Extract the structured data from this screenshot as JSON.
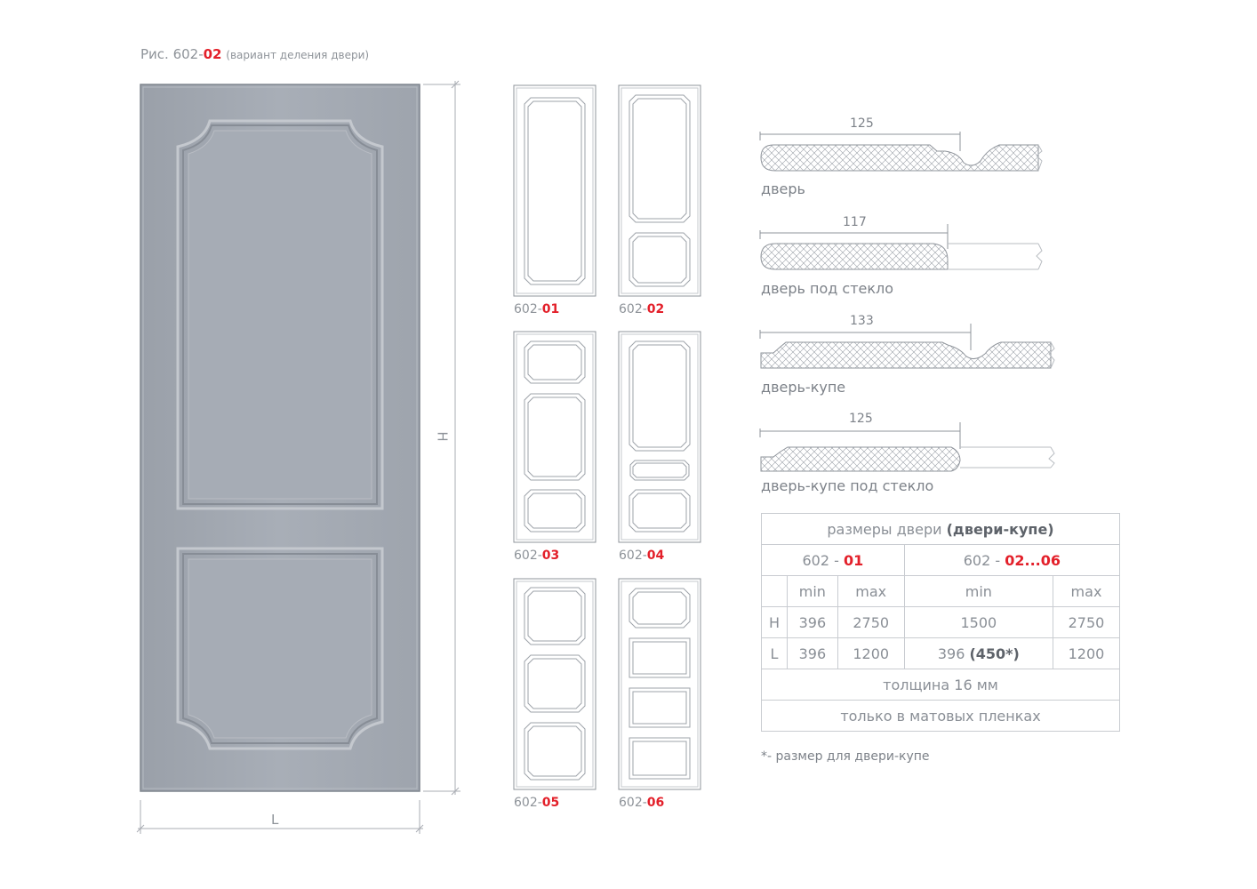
{
  "caption": {
    "prefix": "Рис. 602-",
    "code": "02",
    "note": "(вариант деления двери)"
  },
  "main_door": {
    "width_label": "L",
    "height_label": "H",
    "color": "#a3a9b2"
  },
  "variants": [
    {
      "prefix": "602-",
      "code": "01",
      "panels": 1
    },
    {
      "prefix": "602-",
      "code": "02",
      "panels": 2
    },
    {
      "prefix": "602-",
      "code": "03",
      "panels": 3
    },
    {
      "prefix": "602-",
      "code": "04",
      "panels": 3
    },
    {
      "prefix": "602-",
      "code": "05",
      "panels": 3
    },
    {
      "prefix": "602-",
      "code": "06",
      "panels": 4
    }
  ],
  "profiles": [
    {
      "caption": "дверь",
      "dimension": "125"
    },
    {
      "caption": "дверь под стекло",
      "dimension": "117"
    },
    {
      "caption": "дверь-купе",
      "dimension": "133"
    },
    {
      "caption": "дверь-купе под стекло",
      "dimension": "125"
    }
  ],
  "table": {
    "title_plain": "размеры двери ",
    "title_bold": "(двери-купе)",
    "group1": {
      "prefix": "602 - ",
      "code": "01"
    },
    "group2": {
      "prefix": "602 - ",
      "code": "02...06"
    },
    "min_label": "min",
    "max_label": "max",
    "rows": [
      {
        "label": "H",
        "c1": "396",
        "c2": "2750",
        "c3": "1500",
        "c4": "2750",
        "c3_bold": ""
      },
      {
        "label": "L",
        "c1": "396",
        "c2": "1200",
        "c3": "396 ",
        "c3_bold": "(450*)",
        "c4": "1200"
      }
    ],
    "thickness": "толщина 16 мм",
    "finish": "только в матовых пленках"
  },
  "footnote": "*- размер для двери-купе",
  "colors": {
    "accent": "#e3202a",
    "door": "#a3a9b2",
    "line": "#c9ccd1"
  }
}
